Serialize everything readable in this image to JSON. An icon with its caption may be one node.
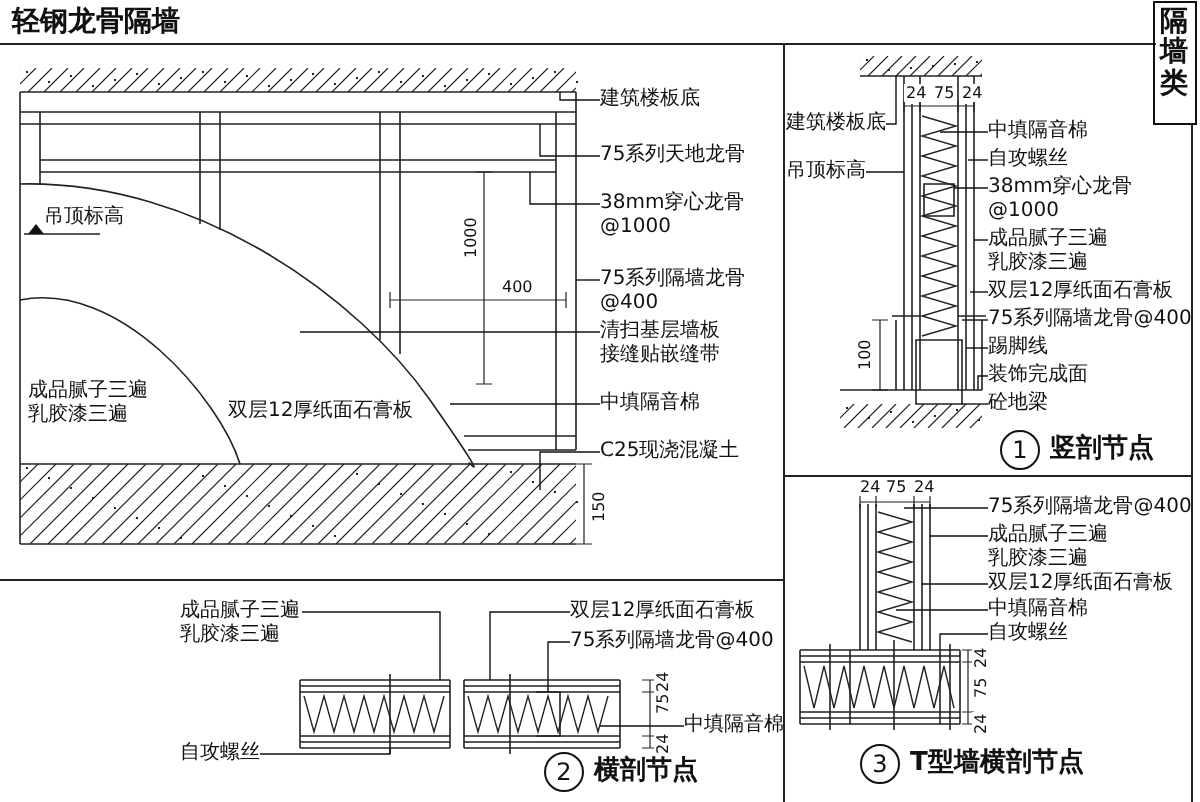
{
  "diagram": {
    "title": "轻钢龙骨隔墙",
    "nodes": [
      {
        "text": [
          "建筑楼板底"
        ]
      },
      {
        "text": [
          "75系列天地龙骨"
        ]
      },
      {
        "text": [
          "38mm穿心龙骨@1000"
        ]
      },
      {
        "text": [
          "75系列隔墙龙骨@400"
        ]
      },
      {
        "text": [
          "清扫基层墙板接缝贴嵌缝带"
        ]
      },
      {
        "text": [
          "中填隔音棉"
        ]
      },
      {
        "text": [
          "C25现浇混凝土"
        ]
      },
      {
        "text": [
          "建筑楼板底"
        ]
      },
      {
        "text": [
          "吊顶标高"
        ]
      },
      {
        "text": [
          "中填隔音棉"
        ]
      },
      {
        "text": [
          "自攻螺丝"
        ]
      },
      {
        "text": [
          "38mm穿心龙骨@1000"
        ]
      },
      {
        "text": [
          "成品腻子三遍乳胶漆三遍"
        ]
      },
      {
        "text": [
          "双层12厚纸面石膏板"
        ]
      },
      {
        "text": [
          "75系列隔墙龙骨@400"
        ]
      },
      {
        "text": [
          "踢脚线"
        ]
      },
      {
        "text": [
          "装饰完成面"
        ]
      },
      {
        "text": [
          "砼地梁"
        ]
      },
      {
        "text": [
          "1"
        ],
        "beside": [
          "竖剖节点"
        ]
      },
      {
        "text": [
          "成品腻子三遍乳胶漆三遍"
        ]
      },
      {
        "text": [
          "双层12厚纸面石膏板"
        ]
      },
      {
        "text": [
          "75系列隔墙龙骨@400"
        ]
      },
      {
        "text": [
          "中填隔音棉"
        ]
      },
      {
        "text": [
          "自攻螺丝"
        ]
      },
      {
        "text": [
          "2"
        ],
        "beside": [
          "横剖节点"
        ]
      },
      {
        "text": [
          "75系列隔墙龙骨@400"
        ]
      },
      {
        "text": [
          "成品腻子三遍乳胶漆三遍"
        ]
      },
      {
        "text": [
          "双层12厚纸面石膏板"
        ]
      },
      {
        "text": [
          "中填隔音棉"
        ]
      },
      {
        "text": [
          "自攻螺丝"
        ]
      },
      {
        "text": [
          "3"
        ],
        "beside": [
          "T型墙横剖节点"
        ]
      },
      {
        "text": [],
        "shape": "picture"
      },
      {
        "text": [],
        "shape": "picture"
      },
      {
        "text": [],
        "shape": "picture"
      },
      {
        "text": [],
        "shape": "picture"
      }
    ],
    "edges": [
      {
        "from": 0,
        "to": 31,
        "arrow": "none"
      },
      {
        "from": 1,
        "to": 31,
        "arrow": "none"
      },
      {
        "from": 2,
        "to": 31,
        "arrow": "none"
      },
      {
        "from": 3,
        "to": 31,
        "arrow": "none"
      },
      {
        "from": 4,
        "to": 31,
        "arrow": "none"
      },
      {
        "from": 5,
        "to": 31,
        "arrow": "none"
      },
      {
        "from": 6,
        "to": 31,
        "arrow": "none"
      },
      {
        "from": 7,
        "to": 32,
        "arrow": "none"
      },
      {
        "from": 8,
        "to": 32,
        "arrow": "none"
      },
      {
        "from": 9,
        "to": 32,
        "arrow": "none"
      },
      {
        "from": 10,
        "to": 32,
        "arrow": "none"
      },
      {
        "from": 11,
        "to": 32,
        "arrow": "none"
      },
      {
        "from": 12,
        "to": 32,
        "arrow": "none"
      },
      {
        "from": 13,
        "to": 32,
        "arrow": "none"
      },
      {
        "from": 14,
        "to": 32,
        "arrow": "none"
      },
      {
        "from": 15,
        "to": 32,
        "arrow": "none"
      },
      {
        "from": 16,
        "to": 32,
        "arrow": "none"
      },
      {
        "from": 17,
        "to": 32,
        "arrow": "none"
      },
      {
        "from": 19,
        "to": 33,
        "arrow": "none"
      },
      {
        "from": 20,
        "to": 33,
        "arrow": "none"
      },
      {
        "from": 21,
        "to": 33,
        "arrow": "none"
      },
      {
        "from": 22,
        "to": 33,
        "arrow": "none"
      },
      {
        "from": 23,
        "to": 33,
        "arrow": "none"
      },
      {
        "from": 25,
        "to": 34,
        "arrow": "none"
      },
      {
        "from": 26,
        "to": 34,
        "arrow": "none"
      },
      {
        "from": 27,
        "to": 34,
        "arrow": "none"
      },
      {
        "from": 28,
        "to": 34,
        "arrow": "none"
      },
      {
        "from": 29,
        "to": 34,
        "arrow": "none"
      }
    ],
    "labels": [
      "隔墙类",
      "吊顶标高",
      "1000",
      "400",
      "成品腻子三遍乳胶漆三遍",
      "双层12厚纸面石膏板",
      "150",
      "24",
      "75",
      "24",
      "100",
      "24",
      "75",
      "24",
      "24",
      "75",
      "24",
      "24",
      "75",
      "24"
    ]
  }
}
